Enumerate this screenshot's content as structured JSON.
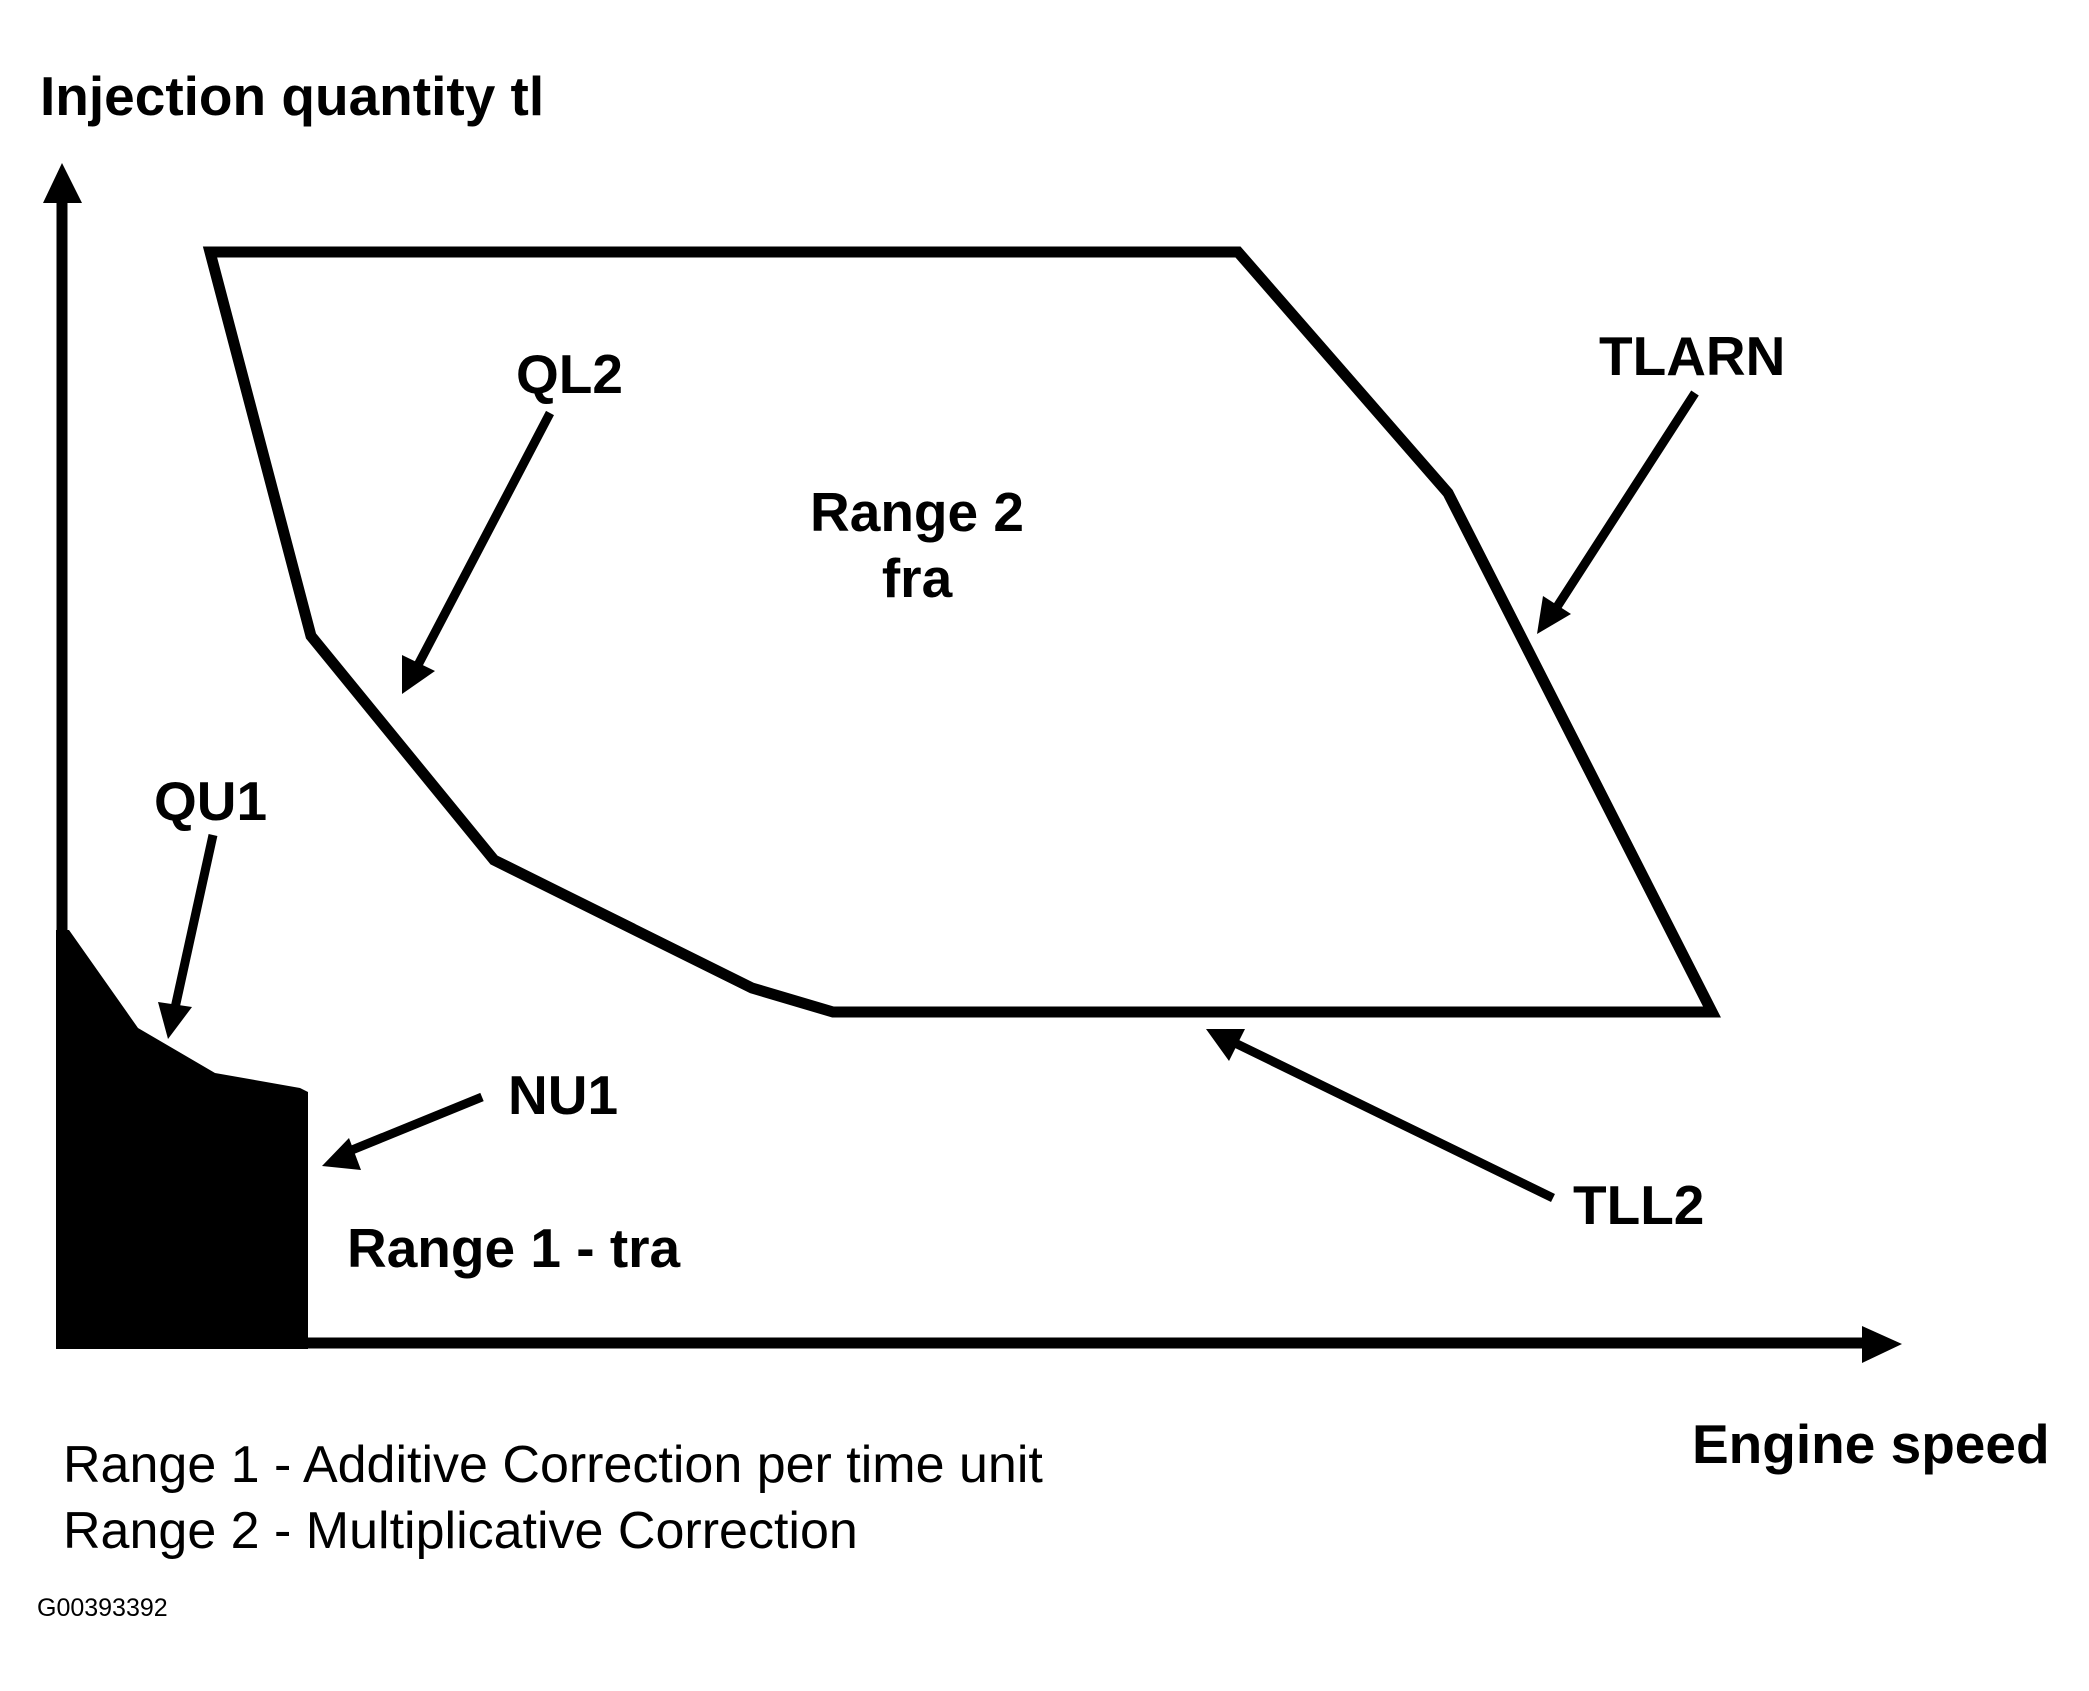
{
  "diagram": {
    "y_axis_label": "Injection quantity tl",
    "x_axis_label": "Engine speed",
    "regions": [
      {
        "id": "range1",
        "label": "Range 1 - tra",
        "style": "filled"
      },
      {
        "id": "range2",
        "label_line1": "Range 2",
        "label_line2": "fra",
        "style": "outline"
      }
    ],
    "boundary_labels": {
      "ql2": "QL2",
      "tlarn": "TLARN",
      "tll2": "TLL2",
      "qu1": "QU1",
      "nu1": "NU1"
    },
    "legend": [
      "Range 1 - Additive Correction per time unit",
      "Range 2 - Multiplicative Correction"
    ],
    "figure_id": "G00393392"
  },
  "colors": {
    "ink": "#000000",
    "background": "#ffffff"
  }
}
